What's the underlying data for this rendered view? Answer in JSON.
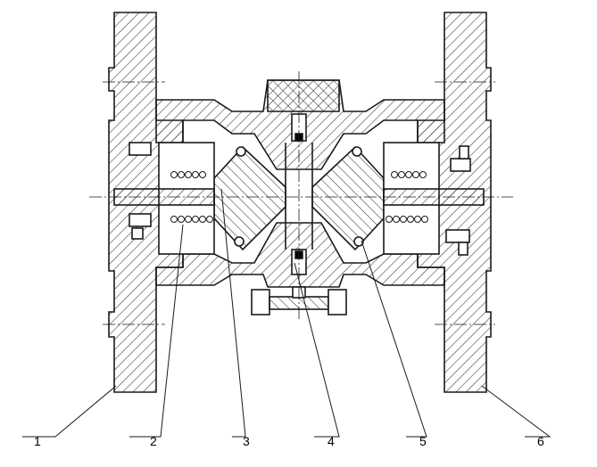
{
  "diagram": {
    "kind": "mechanical cross-section drawing (valve assembly)",
    "line_color": "#1a1a1a",
    "hatch_color": "#333333",
    "background": "#ffffff"
  },
  "part_labels": [
    {
      "id": "1",
      "text": "1"
    },
    {
      "id": "2",
      "text": "2"
    },
    {
      "id": "3",
      "text": "3"
    },
    {
      "id": "4",
      "text": "4"
    },
    {
      "id": "5",
      "text": "5"
    },
    {
      "id": "6",
      "text": "6"
    }
  ]
}
